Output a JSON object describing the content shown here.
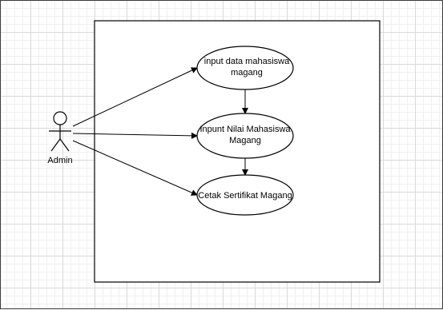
{
  "diagram": {
    "actor": {
      "name": "Admin"
    },
    "use_cases": [
      {
        "line1": "input data mahasiswa",
        "line2": "magang"
      },
      {
        "line1": "Inpunt Nilai Mahasiswa",
        "line2": "Magang"
      },
      {
        "line1": "Cetak Sertifikat Magang",
        "line2": ""
      }
    ]
  }
}
